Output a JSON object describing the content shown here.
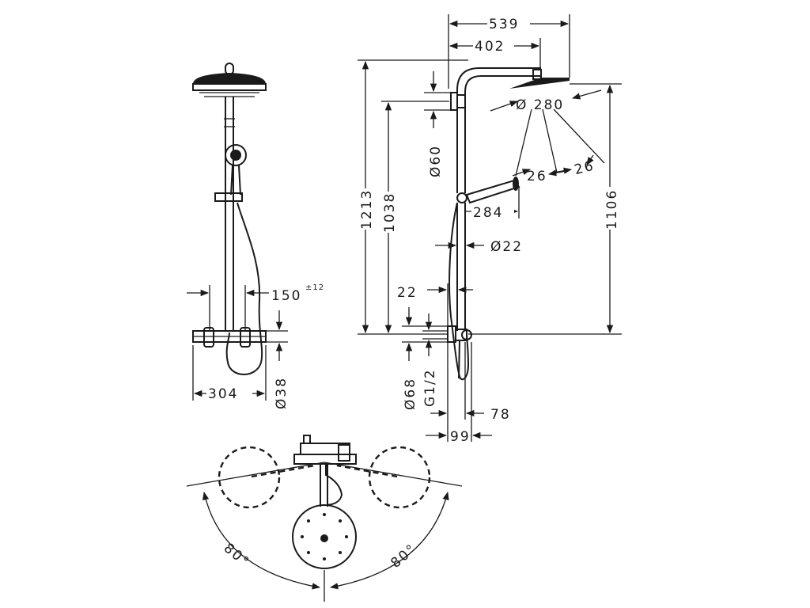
{
  "front_view": {
    "labels": {
      "spacing": "150",
      "spacing_tol": "±12",
      "width": "304",
      "pipe_dia": "Ø38"
    }
  },
  "side_view": {
    "labels": {
      "projection_total": "539",
      "projection_arm": "402",
      "head_dia": "Ø 280",
      "rose_dia": "Ø60",
      "angle_1": "26",
      "angle_2": "26",
      "hand_length": "284",
      "rail_dia": "Ø22",
      "height_total": "1213",
      "height_rail": "1038",
      "height_head": "1106",
      "offset": "22",
      "flange_dia": "Ø68",
      "thread": "G1/2",
      "depth_1": "78",
      "depth_2": "99"
    }
  },
  "plan_view": {
    "labels": {
      "angle_left": "80°",
      "angle_right": "80°"
    }
  }
}
